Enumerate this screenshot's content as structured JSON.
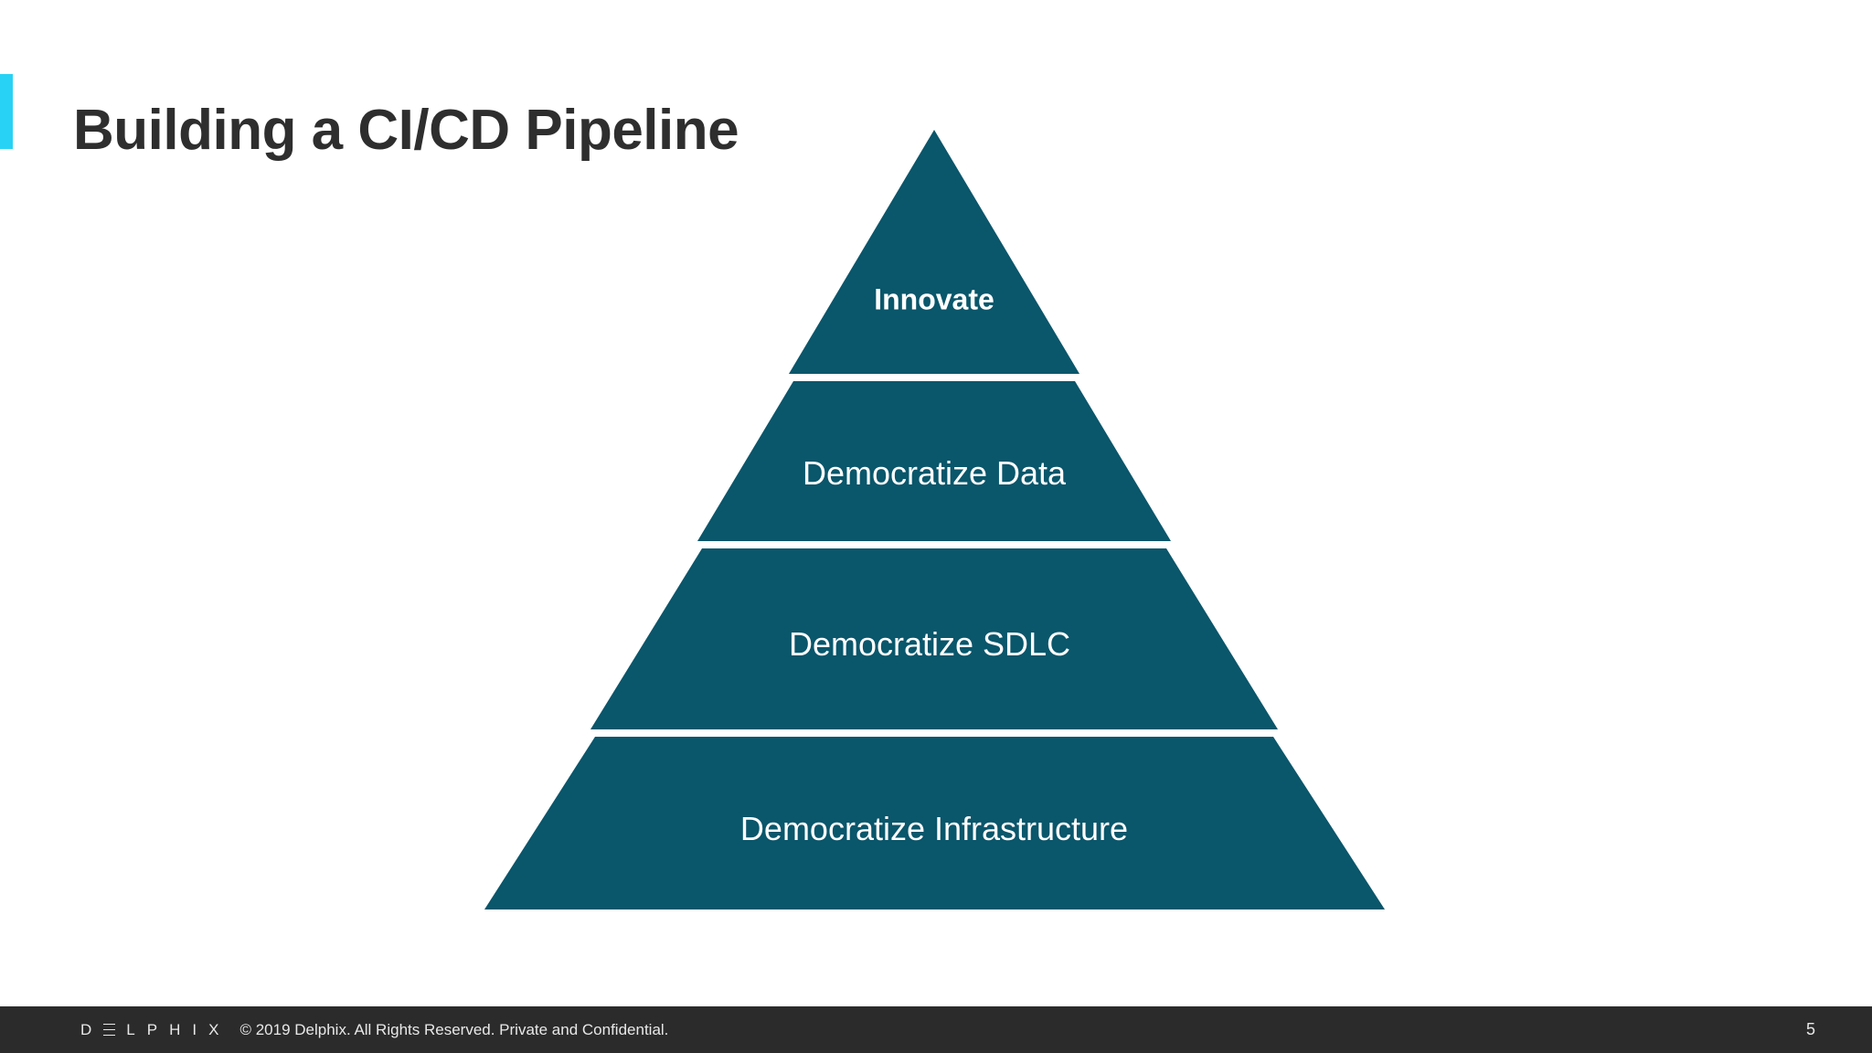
{
  "slide": {
    "title": "Building a CI/CD Pipeline",
    "page_number": "5",
    "background_color": "#ffffff",
    "accent_color": "#28D2F5"
  },
  "pyramid": {
    "fill_color": "#0A566B",
    "label_color": "#ffffff",
    "tiers": [
      {
        "label": "Innovate",
        "level": 4,
        "emphasis": "bold"
      },
      {
        "label": "Democratize Data",
        "level": 3,
        "emphasis": "regular"
      },
      {
        "label": "Democratize SDLC",
        "level": 2,
        "emphasis": "regular"
      },
      {
        "label": "Democratize Infrastructure",
        "level": 1,
        "emphasis": "regular"
      }
    ]
  },
  "footer": {
    "background_color": "#2B2B2B",
    "logo_letters": [
      "D",
      "E",
      "L",
      "P",
      "H",
      "I",
      "X"
    ],
    "copyright": "© 2019 Delphix. All Rights Reserved. Private and Confidential."
  }
}
